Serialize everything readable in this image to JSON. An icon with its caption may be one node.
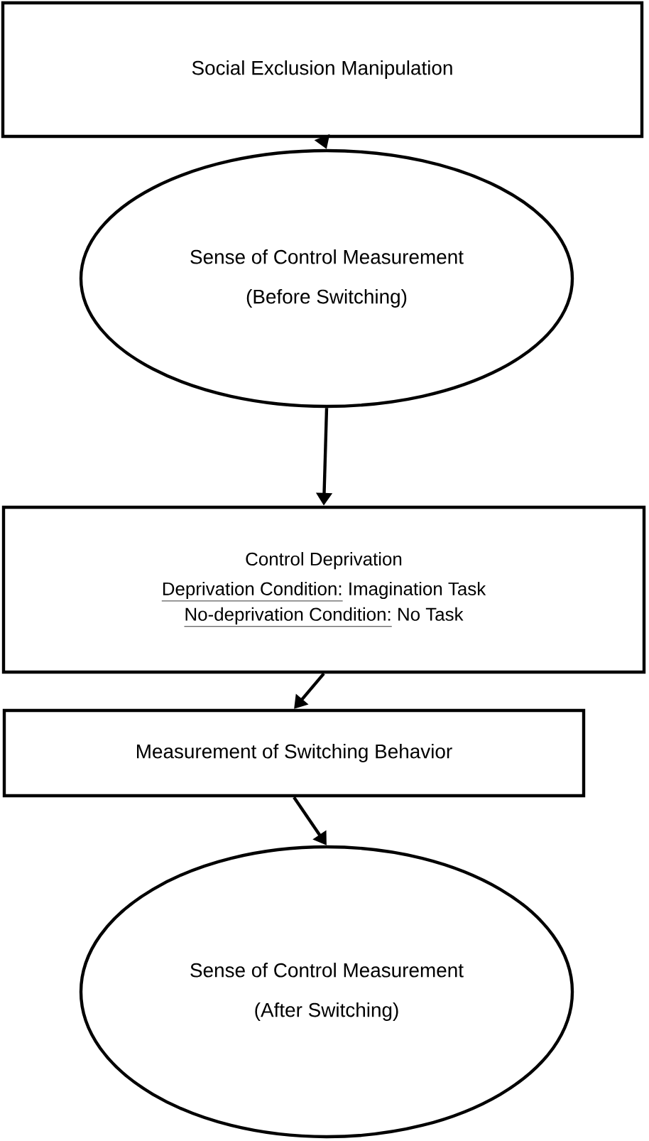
{
  "diagram": {
    "nodes": [
      {
        "text": [
          "Social Exclusion Manipulation"
        ]
      },
      {
        "text": [
          "Sense of Control Measurement",
          "(Before Switching)"
        ]
      },
      {
        "text": [
          "Control Deprivation",
          "Deprivation Condition:",
          "Imagination Task",
          "No-deprivation Condition:",
          "No Task"
        ]
      },
      {
        "text": [
          "Measurement of Switching Behavior"
        ]
      },
      {
        "text": [
          "Sense of Control Measurement",
          "(After Switching)"
        ]
      }
    ],
    "edges": [
      {
        "from": 0,
        "to": 1,
        "arrow": "to"
      },
      {
        "from": 1,
        "to": 2,
        "arrow": "to"
      },
      {
        "from": 2,
        "to": 3,
        "arrow": "to"
      },
      {
        "from": 3,
        "to": 4,
        "arrow": "to"
      }
    ]
  }
}
